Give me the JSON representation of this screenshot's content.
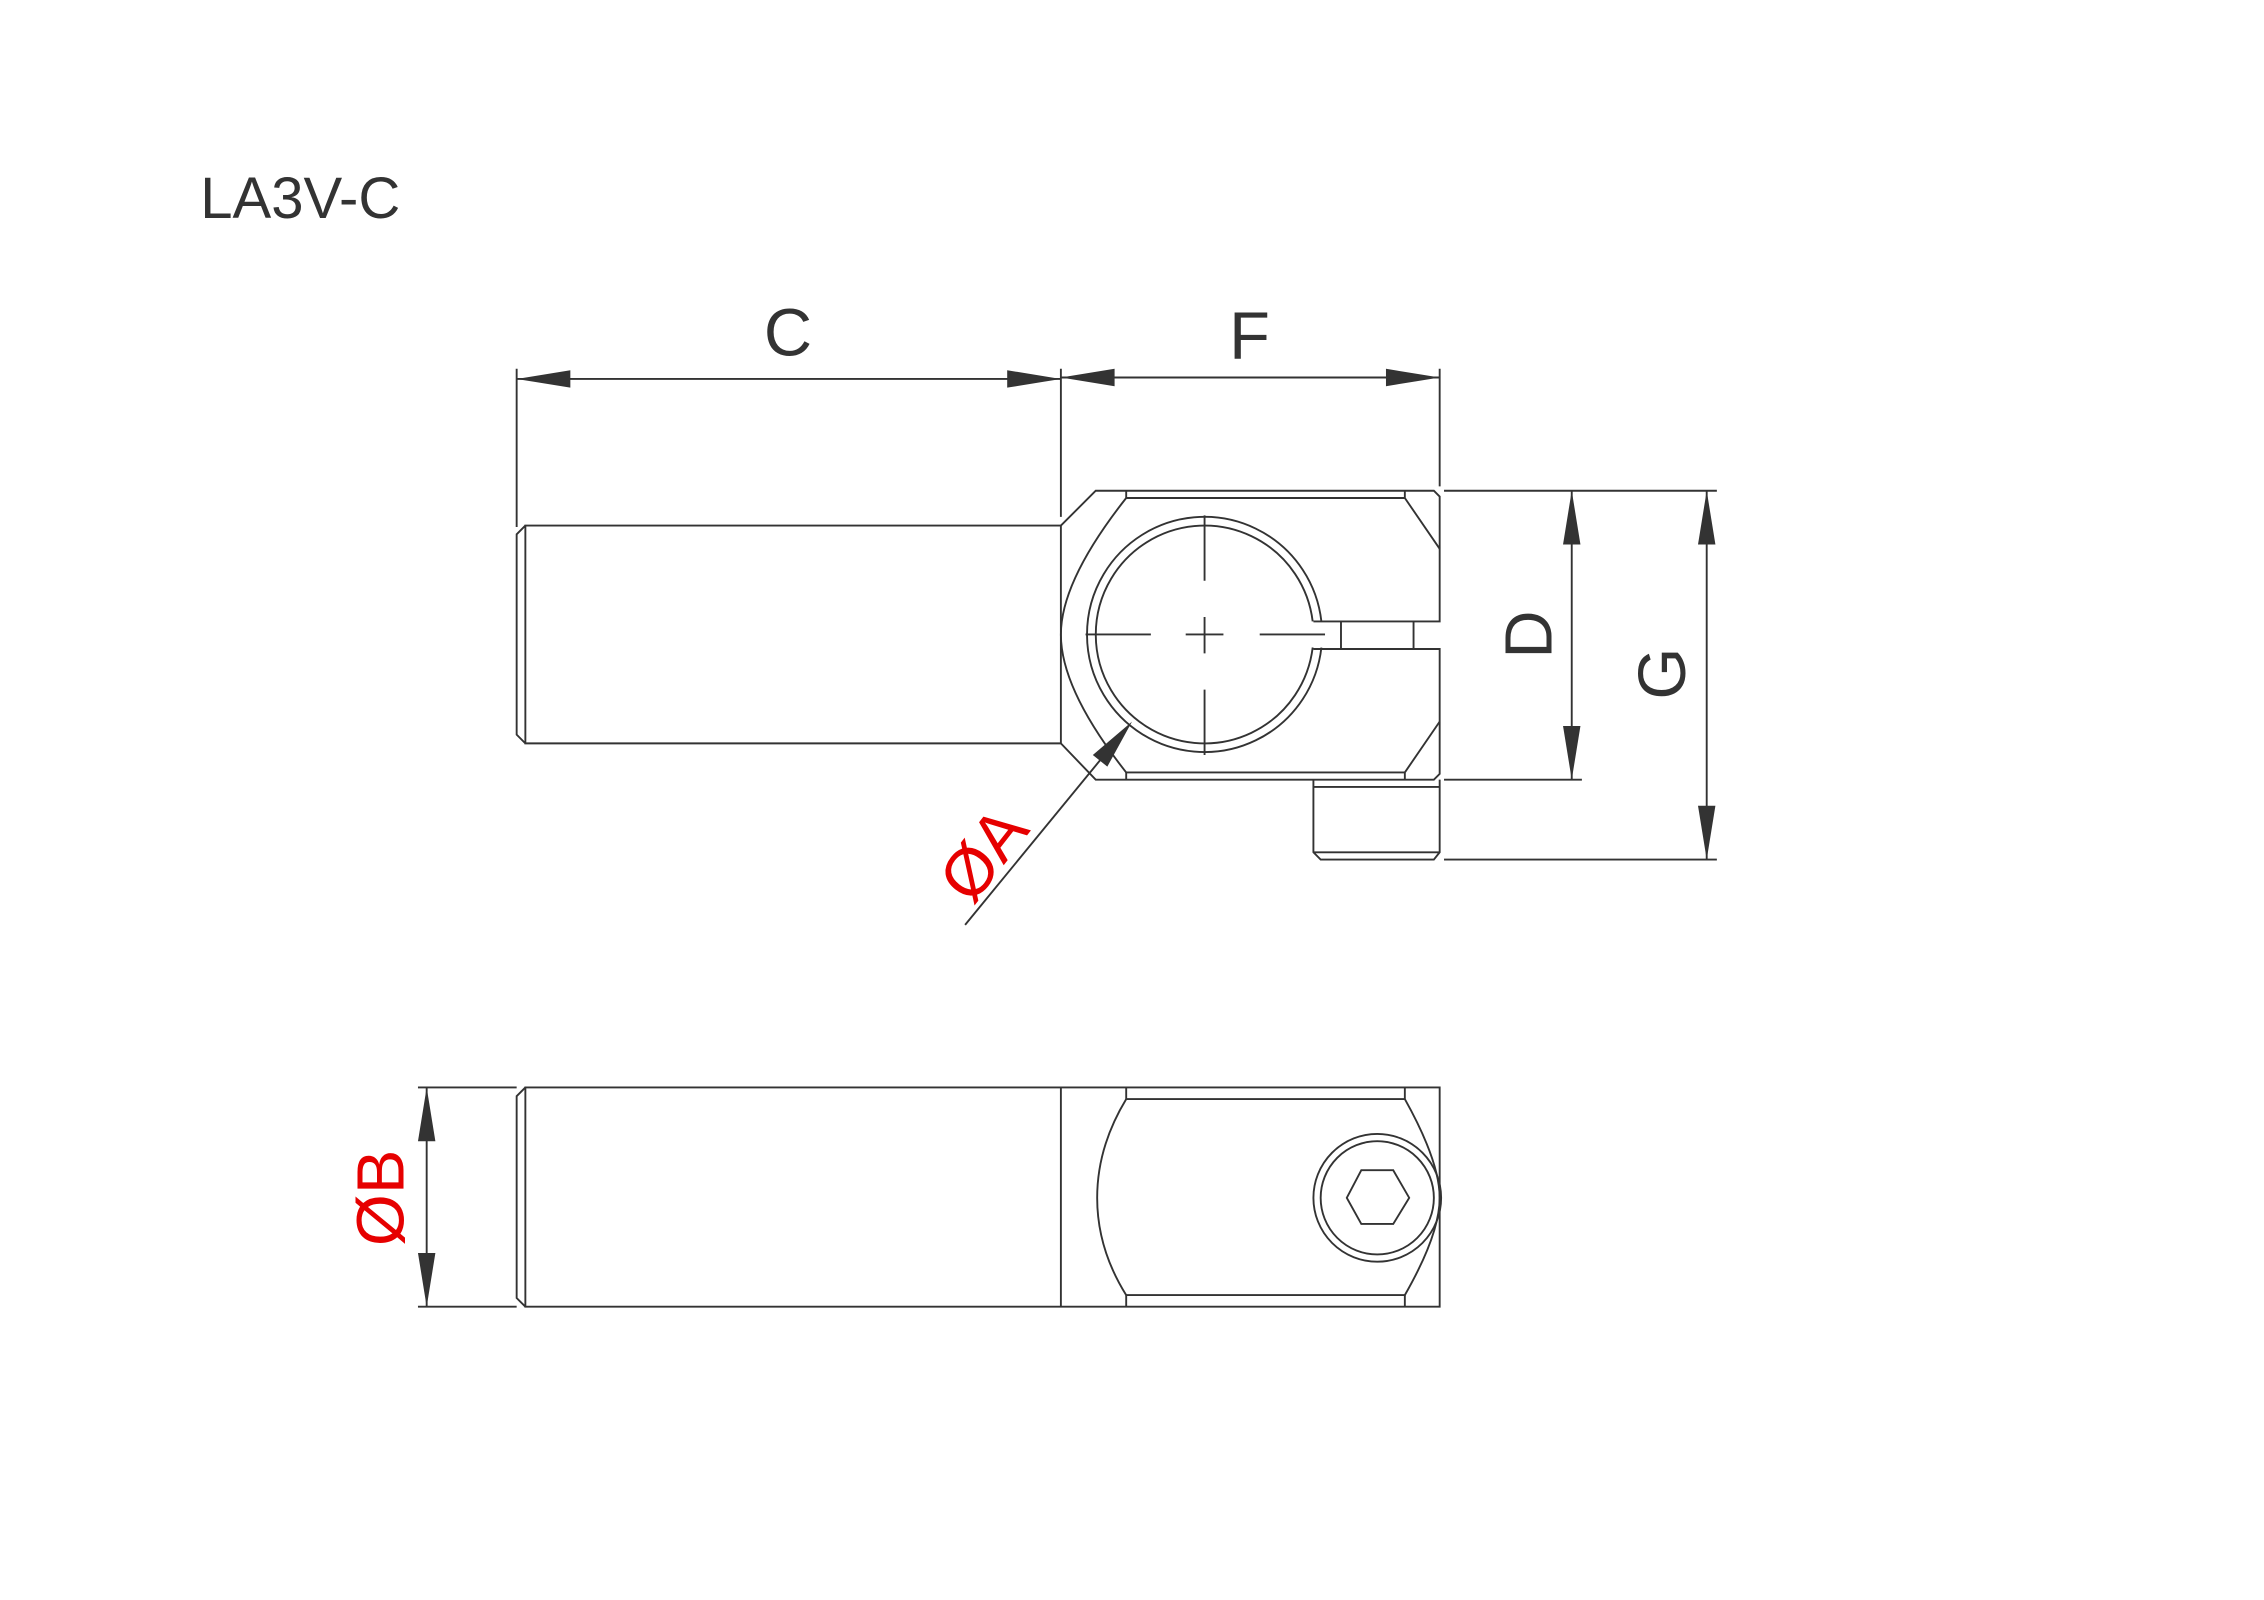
{
  "drawing": {
    "title": "LA3V-C",
    "dimensions": {
      "c": "C",
      "f": "F",
      "d": "D",
      "g": "G",
      "a": "ØA",
      "b": "ØB"
    }
  },
  "colors": {
    "line": "#333333",
    "highlight_label": "#e60000"
  }
}
